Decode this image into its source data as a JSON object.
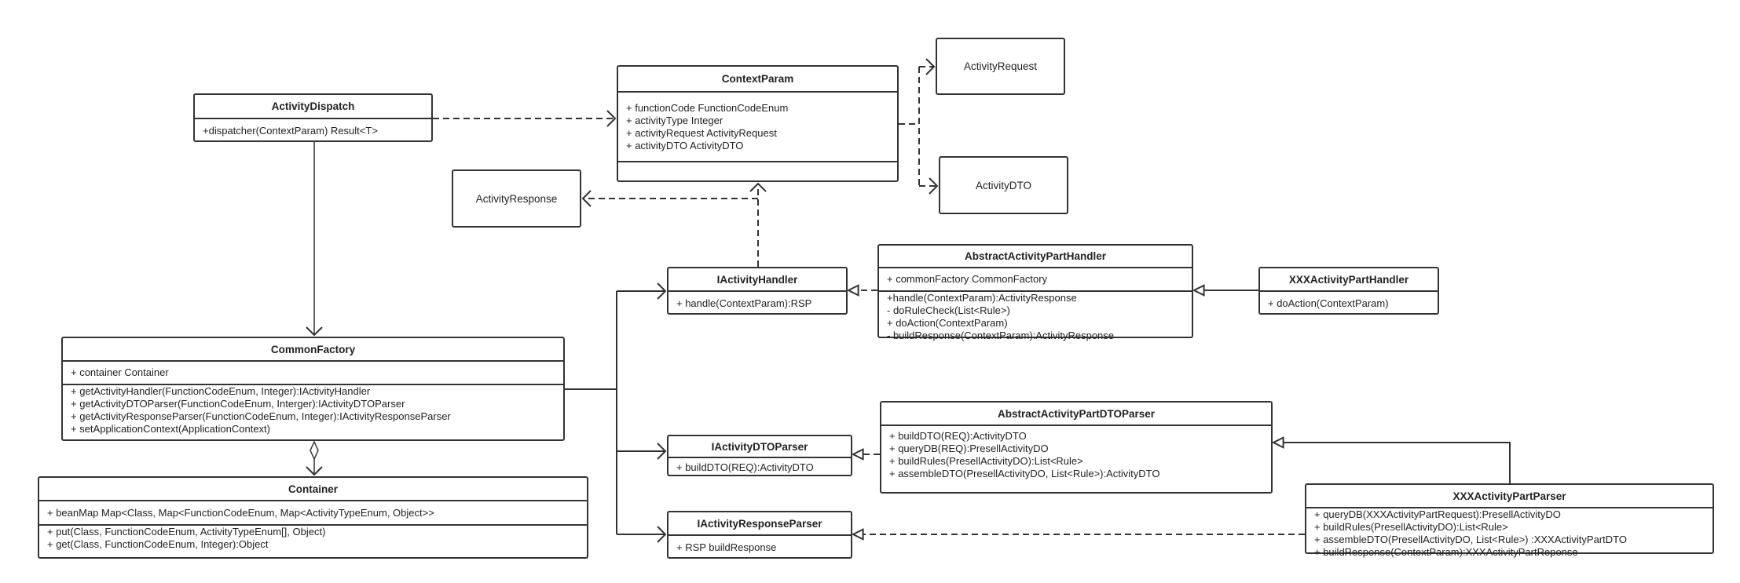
{
  "classes": [
    {
      "id": "activity-dispatch",
      "name": "ActivityDispatch",
      "attributes": null,
      "methods": [
        "+dispatcher(ContextParam)  Result<T>"
      ]
    },
    {
      "id": "context-param",
      "name": "ContextParam",
      "attributes": [
        "+ functionCode FunctionCodeEnum",
        "+ activityType Integer",
        "+ activityRequest ActivityRequest",
        "+ activityDTO ActivityDTO"
      ],
      "methods": []
    },
    {
      "id": "activity-request",
      "name": "ActivityRequest",
      "simple": true
    },
    {
      "id": "activity-dto",
      "name": "ActivityDTO",
      "simple": true
    },
    {
      "id": "activity-response",
      "name": "ActivityResponse",
      "simple": true
    },
    {
      "id": "i-activity-handler",
      "name": "IActivityHandler",
      "attributes": null,
      "methods": [
        "+ handle(ContextParam):RSP"
      ]
    },
    {
      "id": "abstract-activity-part-handler",
      "name": "AbstractActivityPartHandler",
      "attributes": [
        "+ commonFactory CommonFactory"
      ],
      "methods": [
        "+handle(ContextParam):ActivityResponse",
        "- doRuleCheck(List<Rule>)",
        "+ doAction(ContextParam)",
        "- buildResponse(ContextParam):ActivityResponse"
      ]
    },
    {
      "id": "xxx-activity-part-handler",
      "name": "XXXActivityPartHandler",
      "attributes": null,
      "methods": [
        "+ doAction(ContextParam)"
      ]
    },
    {
      "id": "common-factory",
      "name": "CommonFactory",
      "attributes": [
        "+ container Container"
      ],
      "methods": [
        "+ getActivityHandler(FunctionCodeEnum, Integer):IActivityHandler",
        "+ getActivityDTOParser(FunctionCodeEnum, Interger):IActivityDTOParser",
        "+ getActivityResponseParser(FunctionCodeEnum, Integer):IActivityResponseParser",
        "+ setApplicationContext(ApplicationContext)"
      ]
    },
    {
      "id": "container",
      "name": "Container",
      "attributes": [
        "+ beanMap Map<Class, Map<FunctionCodeEnum, Map<ActivityTypeEnum, Object>>"
      ],
      "methods": [
        "+ put(Class, FunctionCodeEnum, ActivityTypeEnum[], Object)",
        "+ get(Class, FunctionCodeEnum, Integer):Object"
      ]
    },
    {
      "id": "i-activity-dto-parser",
      "name": "IActivityDTOParser",
      "attributes": null,
      "methods": [
        "+ buildDTO(REQ):ActivityDTO"
      ]
    },
    {
      "id": "i-activity-response-parser",
      "name": "IActivityResponseParser",
      "attributes": null,
      "methods": [
        "+ RSP buildResponse"
      ]
    },
    {
      "id": "abstract-activity-part-dto-parser",
      "name": "AbstractActivityPartDTOParser",
      "attributes": null,
      "methods": [
        "+ buildDTO(REQ):ActivityDTO",
        "+ queryDB(REQ):PresellActivityDO",
        "+ buildRules(PresellActivityDO):List<Rule>",
        "+ assembleDTO(PresellActivityDO, List<Rule>):ActivityDTO"
      ]
    },
    {
      "id": "xxx-activity-part-parser",
      "name": "XXXActivityPartParser",
      "attributes": null,
      "methods": [
        "+ queryDB(XXXActivityPartRequest):PresellActivityDO",
        "+ buildRules(PresellActivityDO):List<Rule>",
        "+ assembleDTO(PresellActivityDO, List<Rule>) :XXXActivityPartDTO",
        "+ buildResponse(ContextParam):XXXActivityPartReponse"
      ]
    }
  ],
  "colors": {
    "line": "#333333",
    "background": "#ffffff"
  }
}
